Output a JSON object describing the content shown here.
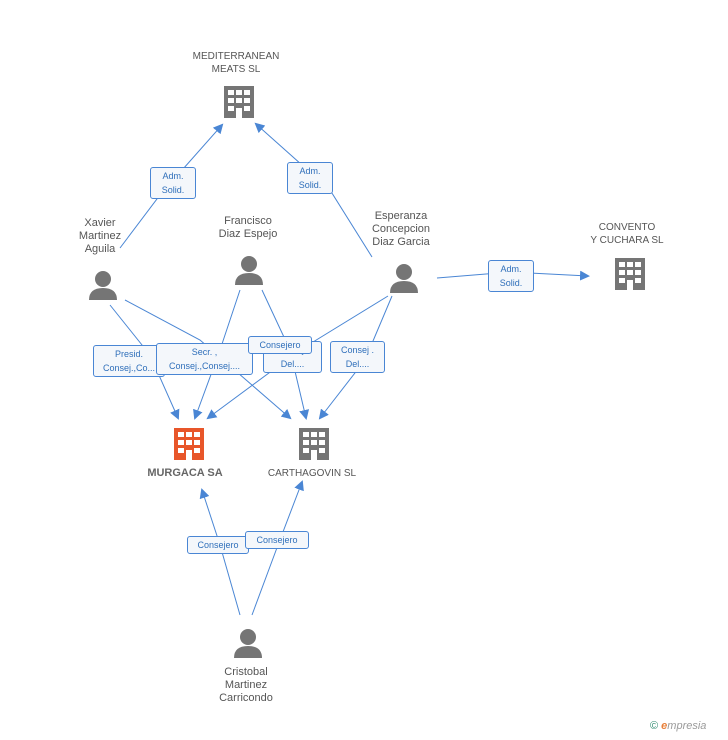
{
  "nodes": {
    "mediterranean": {
      "label_line1": "MEDITERRANEAN",
      "label_line2": "MEATS SL",
      "icon": "building-icon"
    },
    "convento": {
      "label_line1": "CONVENTO",
      "label_line2": "Y CUCHARA SL",
      "icon": "building-icon"
    },
    "murgaca": {
      "label": "MURGACA SA",
      "icon": "building-icon-highlighted",
      "color": "#e8562a"
    },
    "carthagovin": {
      "label": "CARTHAGOVIN SL",
      "icon": "building-icon"
    },
    "xavier": {
      "line1": "Xavier",
      "line2": "Martinez",
      "line3": "Aguila",
      "icon": "person-icon"
    },
    "francisco": {
      "line1": "Francisco",
      "line2": "Diaz Espejo",
      "icon": "person-icon"
    },
    "esperanza": {
      "line1": "Esperanza",
      "line2": "Concepcion",
      "line3": "Diaz Garcia",
      "icon": "person-icon"
    },
    "cristobal": {
      "line1": "Cristobal",
      "line2": "Martinez",
      "line3": "Carricondo",
      "icon": "person-icon"
    }
  },
  "edge_labels": {
    "xavier_med": {
      "line1": "Adm.",
      "line2": "Solid."
    },
    "esperanza_med": {
      "line1": "Adm.",
      "line2": "Solid."
    },
    "esperanza_convento": {
      "line1": "Adm.",
      "line2": "Solid."
    },
    "xavier_murgaca": {
      "line1": "Presid.",
      "line2": "Consej.,Co..."
    },
    "francisco_murgaca": {
      "line1": "Secr. ,",
      "line2": "Consej.,Consej...."
    },
    "francisco_carthagovin": {
      "line1": "Consej .",
      "line2": "Del...."
    },
    "consejero_top": {
      "line1": "Consejero"
    },
    "esperanza_carthagovin": {
      "line1": "Consej .",
      "line2": "Del...."
    },
    "cristobal_murgaca": {
      "line1": "Consejero"
    },
    "cristobal_carthagovin": {
      "line1": "Consejero"
    }
  },
  "colors": {
    "edge": "#4a86d4",
    "icon_gray": "#757575",
    "highlight": "#e8562a"
  },
  "footer": {
    "copyright": "©",
    "brand_e": "e",
    "brand_rest": "mpresia"
  }
}
